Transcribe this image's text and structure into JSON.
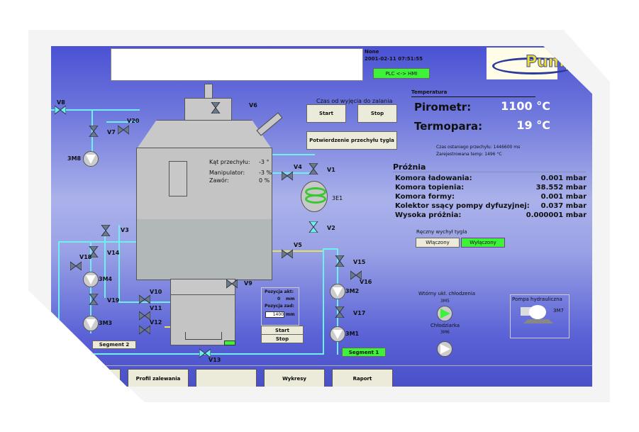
{
  "header": {
    "user": "None",
    "datetime": "2001-02-11 07:51:55",
    "plc_status": "PLC <-> HMI",
    "logo": "Pump"
  },
  "timer": {
    "title": "Czas od wyjęcia do zalania",
    "start": "Start",
    "stop": "Stop",
    "confirm": "Potwierdzenie przechyłu tygla"
  },
  "temperature": {
    "title": "Temperatura",
    "pirometr_label": "Pirometr:",
    "pirometr_value": "1100 °C",
    "termopara_label": "Termopara:",
    "termopara_value": "19 °C",
    "last_tilt": "Czas ostaniego przechyłu: 1446600 ms",
    "reg_temp": "Zarejestrowana temp: 1496 °C"
  },
  "vacuum": {
    "title": "Próżnia",
    "rows": [
      {
        "label": "Komora ładowania:",
        "value": "0.001 mbar"
      },
      {
        "label": "Komora topienia:",
        "value": "38.552 mbar"
      },
      {
        "label": "Komora formy:",
        "value": "0.001 mbar"
      },
      {
        "label": "Kolektor ssący pompy dyfuzyjnej:",
        "value": "0.037 mbar"
      },
      {
        "label": "Wysoka próżnia:",
        "value": "0.000001 mbar"
      }
    ]
  },
  "manual_tilt": {
    "title": "Ręczny wychył tygla",
    "on": "Włączony",
    "off": "Wyłączony"
  },
  "furnace": {
    "tilt_label": "Kąt przechyłu:",
    "tilt_value": "-3 °",
    "manip_label": "Manipulator:",
    "manip_value": "-3 %",
    "valve_label": "Zawór:",
    "valve_value": "0 %"
  },
  "mold": {
    "act_label": "Pozycja akt:",
    "act_value": "0",
    "unit": "mm",
    "set_label": "Pozycja zad:",
    "set_value": "1400",
    "start": "Start",
    "stop": "Stop"
  },
  "valves": [
    "V1",
    "V2",
    "V3",
    "V4",
    "V5",
    "V6",
    "V7",
    "V8",
    "V9",
    "V10",
    "V11",
    "V12",
    "V13",
    "V14",
    "V15",
    "V16",
    "V17",
    "V18",
    "V19",
    "V20"
  ],
  "pumps": {
    "3M1": "3M1",
    "3M2": "3M2",
    "3M3": "3M3",
    "3M4": "3M4",
    "3M8": "3M8",
    "3E1": "3E1"
  },
  "segments": {
    "s1": "Segment 1",
    "s2": "Segment 2"
  },
  "cooling": {
    "title": "Wtórny ukł. chłodzenia",
    "pump": "3M5",
    "chiller": "Chłodziarka",
    "chiller_pump": "3M6"
  },
  "hydraulic": {
    "title": "Pompa hydrauliczna",
    "pump": "3M7"
  },
  "nav": [
    "",
    "Profil zalewania",
    "",
    "Wykresy",
    "Raport"
  ],
  "colors": {
    "active": "#3ef23a",
    "pipe": "#6ff0f0",
    "panel": "#4b52d4"
  }
}
